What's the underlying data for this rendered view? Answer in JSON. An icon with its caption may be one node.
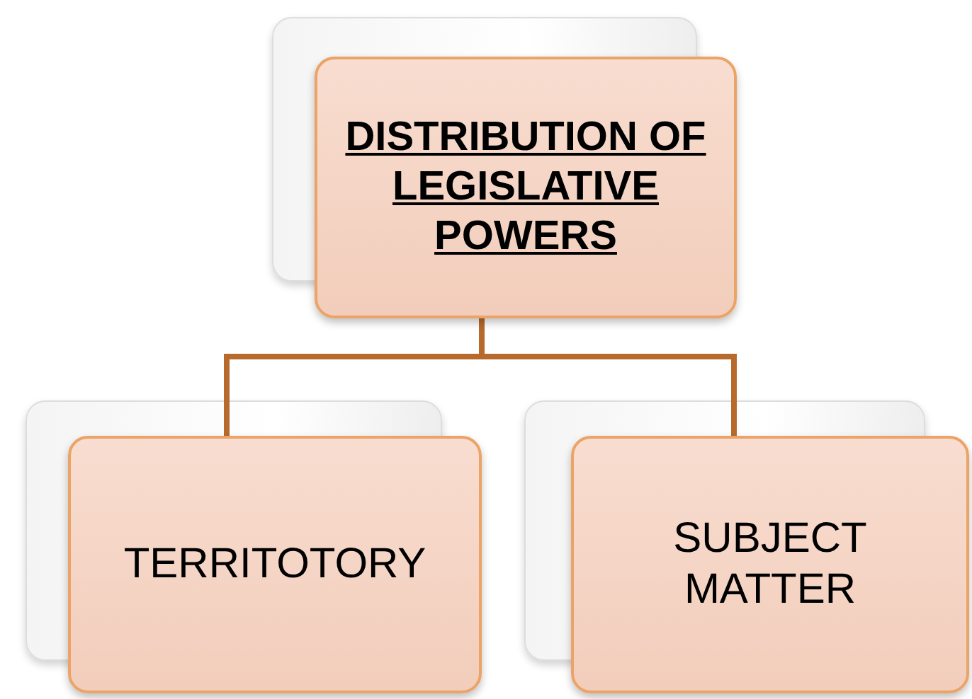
{
  "diagram": {
    "nodes": [
      {
        "text": [
          "DISTRIBUTION OF LEGISLATIVE POWERS"
        ]
      },
      {
        "text": [
          "TERRITOTORY"
        ]
      },
      {
        "text": [
          "SUBJECT MATTER"
        ]
      }
    ],
    "edges": [
      {
        "from": 0,
        "to": 1,
        "arrow": "none"
      },
      {
        "from": 0,
        "to": 2,
        "arrow": "none"
      }
    ]
  }
}
